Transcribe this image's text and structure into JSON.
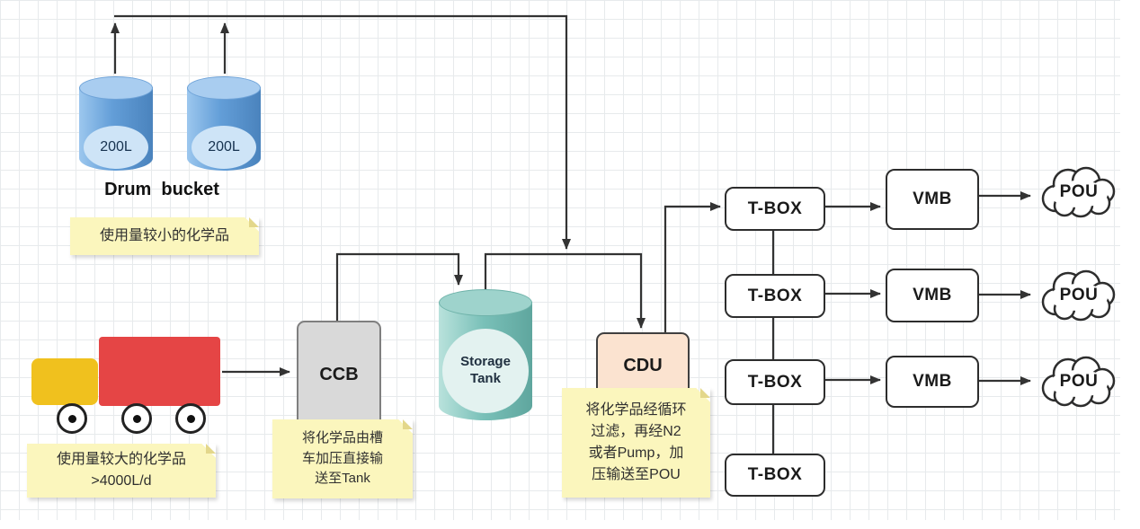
{
  "colors": {
    "grid-line": "#e7eaec",
    "line": "#333333",
    "note-bg": "#fbf6bd",
    "note-fold": "#e3d78b",
    "box-border": "#2d2d2d",
    "ccb-bg": "#d9d9d9",
    "ccb-border": "#7f7f7f",
    "cdu-bg": "#fbe3d0",
    "cdu-border": "#3f3f3f",
    "drum-top": "#a9cdf0",
    "drum-label-bg": "#cee4f7",
    "tank-top": "#9ed3cc",
    "tank-label-bg": "#e3f2f0",
    "truck-cab": "#f0c11e",
    "truck-trailer": "#e54545",
    "text-dark": "#1a1a1a"
  },
  "drums": {
    "items": [
      {
        "capacity": "200L"
      },
      {
        "capacity": "200L"
      }
    ],
    "caption": "Drum  bucket",
    "note": "使用量较小的化学品"
  },
  "truck": {
    "note": "使用量较大的化学品\n>4000L/d"
  },
  "ccb": {
    "label": "CCB",
    "note": "将化学品由槽\n车加压直接输\n送至Tank"
  },
  "tank": {
    "label": "Storage\nTank"
  },
  "cdu": {
    "label": "CDU",
    "note": "将化学品经循环\n过滤，再经N2\n或者Pump，加\n压输送至POU"
  },
  "tboxes": [
    {
      "label": "T-BOX"
    },
    {
      "label": "T-BOX"
    },
    {
      "label": "T-BOX"
    },
    {
      "label": "T-BOX"
    }
  ],
  "vmbs": [
    {
      "label": "VMB"
    },
    {
      "label": "VMB"
    },
    {
      "label": "VMB"
    }
  ],
  "pous": [
    {
      "label": "POU"
    },
    {
      "label": "POU"
    },
    {
      "label": "POU"
    }
  ]
}
